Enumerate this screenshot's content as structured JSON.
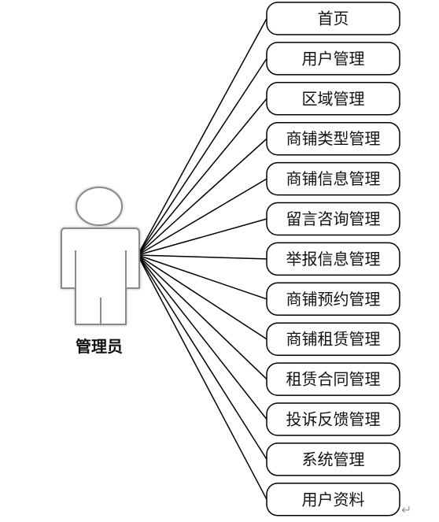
{
  "actor": {
    "name": "管理员"
  },
  "use_cases": [
    {
      "label": "首页"
    },
    {
      "label": "用户管理"
    },
    {
      "label": "区域管理"
    },
    {
      "label": "商铺类型管理"
    },
    {
      "label": "商铺信息管理"
    },
    {
      "label": "留言咨询管理"
    },
    {
      "label": "举报信息管理"
    },
    {
      "label": "商铺预约管理"
    },
    {
      "label": "商铺租赁管理"
    },
    {
      "label": "租赁合同管理"
    },
    {
      "label": "投诉反馈管理"
    },
    {
      "label": "系统管理"
    },
    {
      "label": "用户资料"
    }
  ],
  "return_mark": "↵"
}
